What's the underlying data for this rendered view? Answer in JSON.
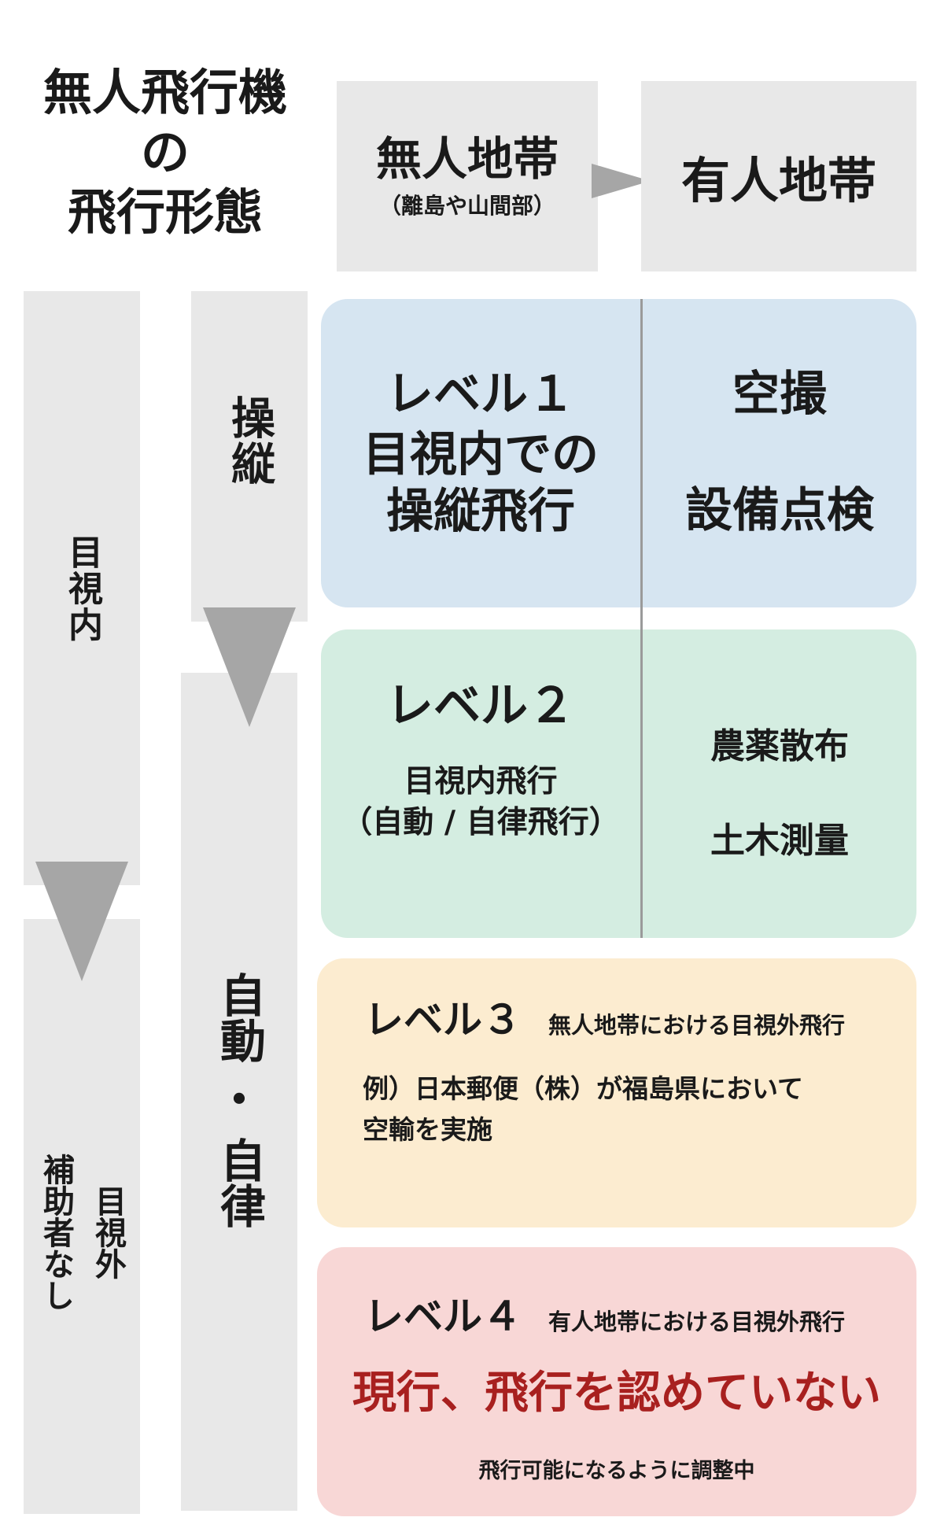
{
  "title": {
    "line1": "無人飛行機",
    "line2": "の",
    "line3": "飛行形態"
  },
  "zones": {
    "unmanned": {
      "label": "無人地帯",
      "sub": "（離島や山間部）"
    },
    "manned": {
      "label": "有人地帯"
    }
  },
  "columns": {
    "visual_in": "目視内",
    "visual_out_line1": "目視外",
    "visual_out_line2": "補助者なし",
    "manual": "操縦",
    "auto_line1": "自動",
    "auto_dot": "・",
    "auto_line2": "自律"
  },
  "level1": {
    "title": "レベル１",
    "desc_line1": "目視内での",
    "desc_line2": "操縦飛行",
    "use1": "空撮",
    "use2": "設備点検"
  },
  "level2": {
    "title": "レベル２",
    "desc_line1": "目視内飛行",
    "desc_line2": "（自動 / 自律飛行）",
    "use1": "農薬散布",
    "use2": "土木測量"
  },
  "level3": {
    "title": "レベル３",
    "subtitle": "無人地帯における目視外飛行",
    "example_line1": "例）日本郵便（株）が福島県において",
    "example_line2": "空輸を実施"
  },
  "level4": {
    "title": "レベル４",
    "subtitle": "有人地帯における目視外飛行",
    "status": "現行、飛行を認めていない",
    "note": "飛行可能になるように調整中"
  },
  "colors": {
    "box_gray": "#e8e8e8",
    "arrow_gray": "#a6a6a6",
    "level1_bg": "#d6e5f1",
    "level2_bg": "#d4ede1",
    "level3_bg": "#fcecd0",
    "level4_bg": "#f8d7d6",
    "status_red": "#a8201f"
  }
}
